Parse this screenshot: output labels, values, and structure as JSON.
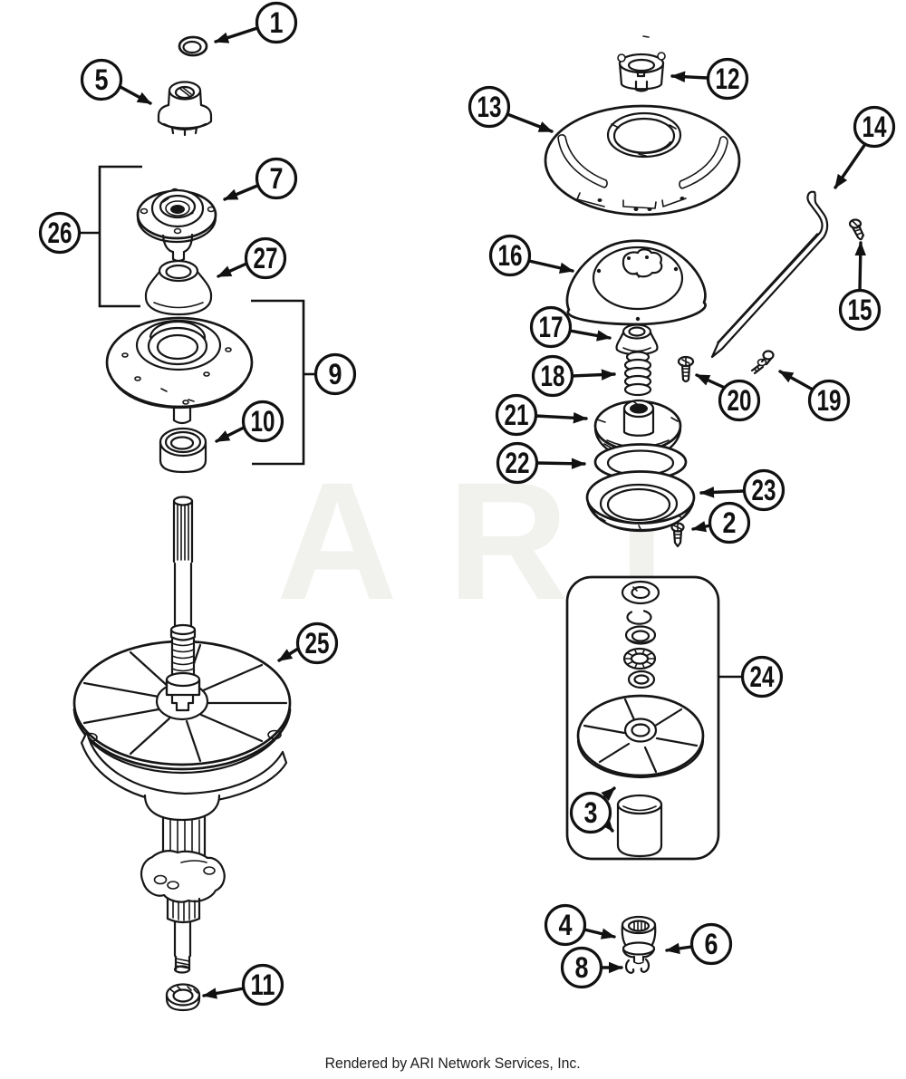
{
  "diagram": {
    "watermark": "ARI",
    "footer": "Rendered by ARI Network Services, Inc.",
    "colors": {
      "ink": "#161616",
      "watermark": "#f1f1ee",
      "paper": "#ffffff"
    },
    "callouts": [
      {
        "label": "1"
      },
      {
        "label": "2"
      },
      {
        "label": "3"
      },
      {
        "label": "4"
      },
      {
        "label": "5"
      },
      {
        "label": "6"
      },
      {
        "label": "7"
      },
      {
        "label": "8"
      },
      {
        "label": "9"
      },
      {
        "label": "10"
      },
      {
        "label": "11"
      },
      {
        "label": "12"
      },
      {
        "label": "13"
      },
      {
        "label": "14"
      },
      {
        "label": "15"
      },
      {
        "label": "16"
      },
      {
        "label": "17"
      },
      {
        "label": "18"
      },
      {
        "label": "19"
      },
      {
        "label": "20"
      },
      {
        "label": "21"
      },
      {
        "label": "22"
      },
      {
        "label": "23"
      },
      {
        "label": "24"
      },
      {
        "label": "25"
      },
      {
        "label": "26"
      },
      {
        "label": "27"
      }
    ]
  }
}
